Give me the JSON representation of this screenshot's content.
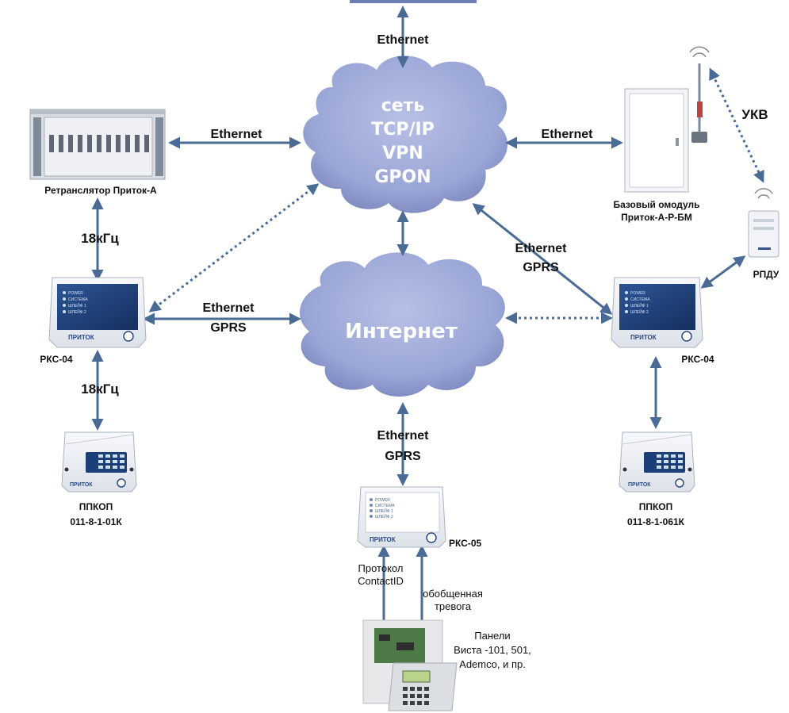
{
  "cloud_top": {
    "lines": [
      "сеть",
      "TCP/IP",
      "VPN",
      "GPON"
    ]
  },
  "cloud_internet": {
    "label": "Интернет"
  },
  "links": {
    "top_ethernet": "Ethernet",
    "left_ethernet": "Ethernet",
    "right_ethernet": "Ethernet",
    "right_mid_ethernet": "Ethernet",
    "right_mid_gprs": "GPRS",
    "left_mid_ethernet": "Ethernet",
    "left_mid_gprs": "GPRS",
    "bottom_ethernet": "Ethernet",
    "bottom_gprs": "GPRS",
    "freq_upper": "18кГц",
    "freq_lower": "18кГц",
    "ukv": "УКВ"
  },
  "devices": {
    "retranslator": "Ретранслятор Приток-А",
    "base_module_line1": "Базовый омодуль",
    "base_module_line2": "Приток-А-Р-БМ",
    "rpdu": "РПДУ",
    "rks04_left": "РКС-04",
    "rks04_right": "РКС-04",
    "rks05": "РКС-05",
    "ppkop_left_line1": "ППКОП",
    "ppkop_left_line2": "011-8-1-01К",
    "ppkop_right_line1": "ППКОП",
    "ppkop_right_line2": "011-8-1-061К",
    "brand": "ПРИТОК",
    "panel_rows": [
      "POWER",
      "СИСТЕМА",
      "ШЛЕЙФ 1",
      "ШЛЕЙФ 2"
    ]
  },
  "bottom": {
    "protocol_line1": "Протокол",
    "protocol_line2": "ContactID",
    "alarm_line1": "обобщенная",
    "alarm_line2": "тревога",
    "panels_line1": "Панели",
    "panels_line2": "Виста -101, 501,",
    "panels_line3": "Ademco, и пр."
  },
  "colors": {
    "arrow": "#4a6b96",
    "cloud": "#9ea9d6",
    "cloud_shade": "#6f7cb4",
    "device_screen": "#1d3f78",
    "device_case": "#eef1f6"
  }
}
